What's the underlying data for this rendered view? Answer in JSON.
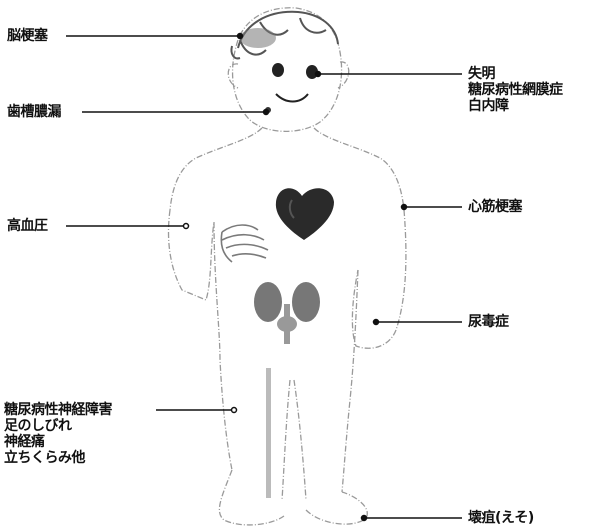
{
  "diagram": {
    "labels": {
      "brain": "脳梗塞",
      "teeth": "歯槽膿漏",
      "bp": "高血圧",
      "eye": [
        "失明",
        "糖尿病性網膜症",
        "白内障"
      ],
      "heart": "心筋梗塞",
      "kidney": "尿毒症",
      "neuro": [
        "糖尿病性神経障害",
        "足のしびれ",
        "神経痛",
        "立ちくらみ他"
      ],
      "foot": "壊疽(えそ)"
    },
    "colors": {
      "line": "#111111",
      "heart": "#2a2a2a",
      "kidney": "#777777",
      "sketch": "#9a9a9a",
      "hair": "#555555"
    }
  }
}
